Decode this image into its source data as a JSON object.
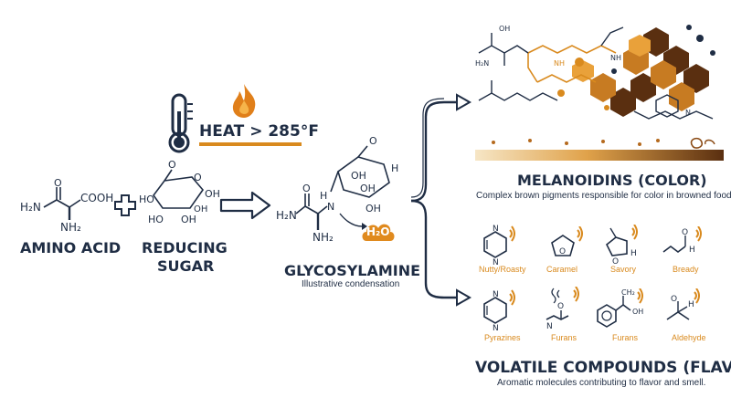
{
  "heat": {
    "label": "HEAT > 285°F"
  },
  "reactants": {
    "amino_acid": {
      "label": "AMINO ACID",
      "nh2_left": "H₂N",
      "cooh": "COOH",
      "nh2_bottom": "NH₂"
    },
    "reducing_sugar": {
      "label_line1": "REDUCING",
      "label_line2": "SUGAR",
      "atoms": [
        "O",
        "HO",
        "OH",
        "HO",
        "OH",
        "OH"
      ]
    }
  },
  "glycosylamine": {
    "label": "GLYCOSYLAMINE",
    "caption": "Illustrative condensation",
    "atoms": {
      "o_ring": "O",
      "oh1": "OH",
      "oh2": "OH",
      "h": "H",
      "oh3": "OH",
      "nh": "H",
      "n": "N",
      "h2n": "H₂N",
      "o": "O",
      "nh2": "NH₂"
    },
    "water": "H₂O"
  },
  "melanoidins": {
    "title": "MELANOIDINS (COLOR)",
    "description": "Complex brown pigments responsible for color in browned foods."
  },
  "volatiles": {
    "title": "VOLATILE COMPOUNDS (FLAVOR)",
    "description": "Aromatic molecules contributing to flavor and smell.",
    "row1": [
      "Nutty/Roasty",
      "Caramel",
      "Savory",
      "Bready"
    ],
    "row2": [
      "Pyrazines",
      "Furans",
      "Furans",
      "Aldehyde"
    ],
    "atoms": {
      "n": "N",
      "o": "O",
      "h": "H",
      "oh": "OH"
    }
  },
  "colors": {
    "navy": "#1f2d44",
    "orange": "#d98a1e",
    "brown": "#6b3a12"
  }
}
